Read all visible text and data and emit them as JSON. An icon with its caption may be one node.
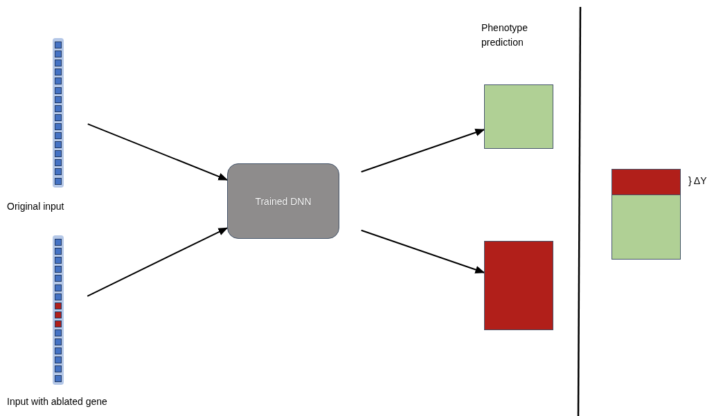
{
  "diagram": {
    "nodes": [
      {
        "text": [],
        "shape": "bar",
        "beside": [
          "Original input"
        ]
      },
      {
        "text": [],
        "shape": "bar",
        "beside": [
          "Input with ablated gene"
        ]
      },
      {
        "text": [
          "Trained DNN"
        ]
      },
      {
        "text": [],
        "shape": "box",
        "beside": [
          "Phenotype prediction"
        ]
      },
      {
        "text": [],
        "shape": "box"
      },
      {
        "text": [],
        "shape": "box",
        "beside": [
          "} ΔY"
        ]
      },
      {
        "text": [],
        "shape": "box"
      }
    ],
    "edges": [
      {
        "from": 0,
        "to": 2,
        "arrow": "to"
      },
      {
        "from": 1,
        "to": 2,
        "arrow": "to"
      },
      {
        "from": 2,
        "to": 3,
        "arrow": "to"
      },
      {
        "from": 2,
        "to": 4,
        "arrow": "to"
      }
    ]
  }
}
